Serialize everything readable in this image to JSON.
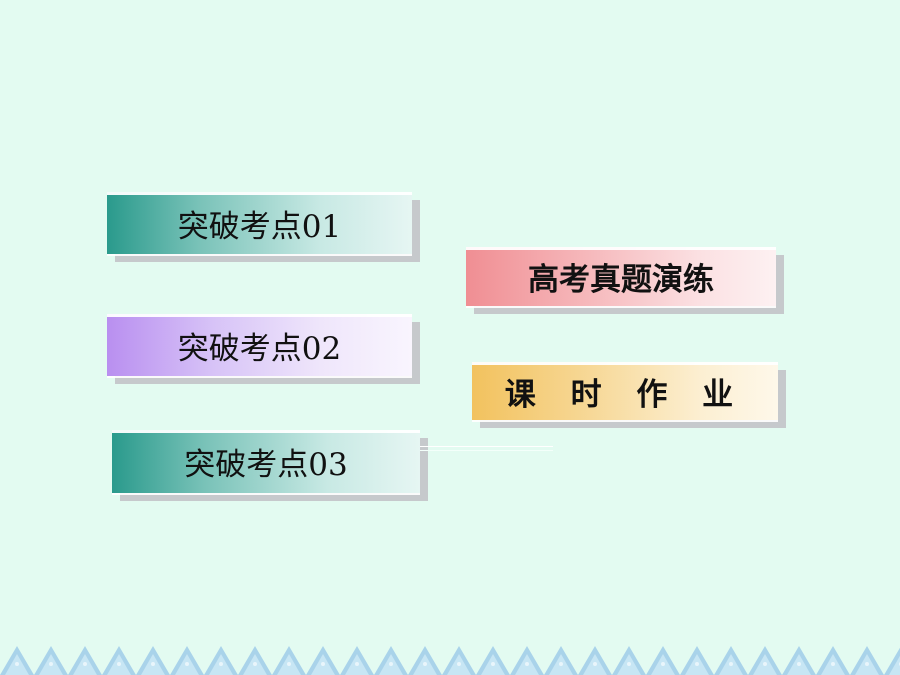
{
  "slide": {
    "background_color": "#e3fbf1",
    "menu": {
      "topic_1": "突破考点01",
      "topic_2": "突破考点02",
      "topic_3": "突破考点03",
      "past_exams": "高考真题演练",
      "homework": "课 时 作 业"
    },
    "colors": {
      "teal": "#2a9a8c",
      "purple": "#b98ff0",
      "pink": "#f08e93",
      "gold": "#f2c25e",
      "shadow": "#c6c9cc",
      "wave_border": "#a9d3ea"
    }
  }
}
